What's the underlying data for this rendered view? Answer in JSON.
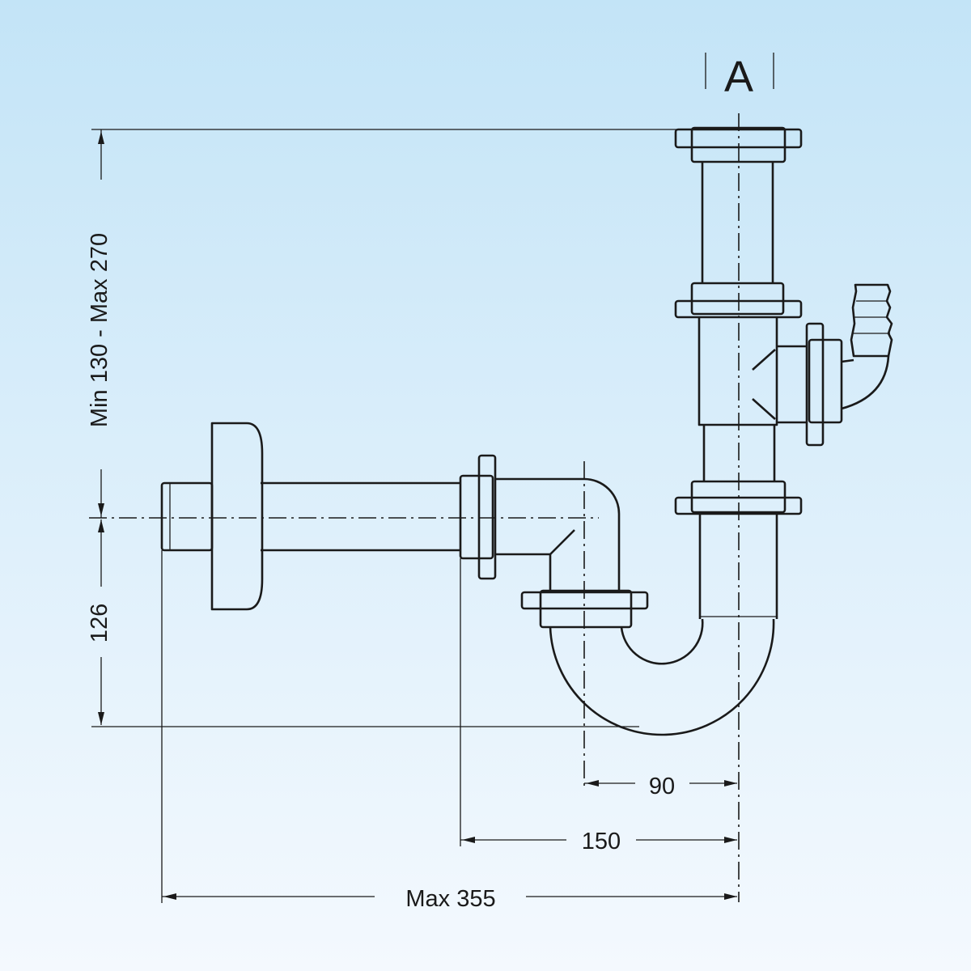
{
  "title_marker": "A",
  "dimensions": {
    "height_adjust": "Min 130 - Max 270",
    "outlet_height": "126",
    "trap_offset": "90",
    "nut_offset": "150",
    "max_length": "Max 355"
  },
  "colors": {
    "background_top": "#c3e4f7",
    "background_bottom": "#f4f9fe",
    "line": "#1a1a1a"
  }
}
